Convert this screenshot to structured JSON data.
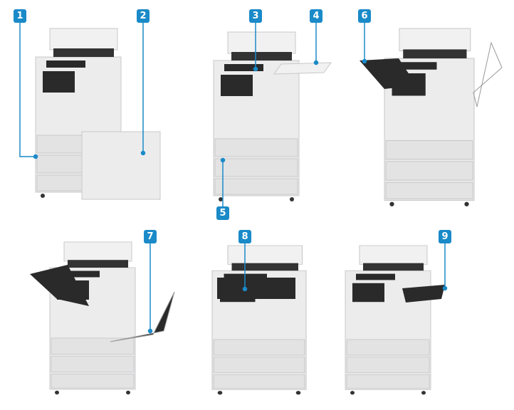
{
  "callouts": [
    {
      "number": "1"
    },
    {
      "number": "2"
    },
    {
      "number": "3"
    },
    {
      "number": "4"
    },
    {
      "number": "5"
    },
    {
      "number": "6"
    },
    {
      "number": "7"
    },
    {
      "number": "8"
    },
    {
      "number": "9"
    }
  ],
  "colors": {
    "callout": "#1a8ac8",
    "body": "#e9e9ea",
    "dark": "#2a2a2a"
  }
}
